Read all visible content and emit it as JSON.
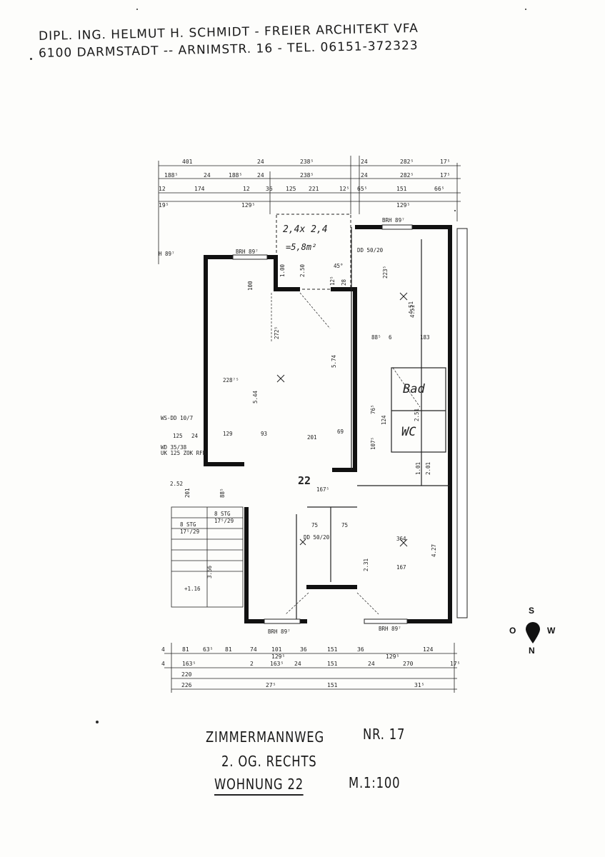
{
  "header": {
    "line1": "DIPL. ING. HELMUT H. SCHMIDT - FREIER ARCHITEKT VFA",
    "line2": "6100 DARMSTADT -- ARNIMSTR. 16 - TEL. 06151-372323"
  },
  "plan": {
    "unit_number": "22",
    "skylight_note": "2,4x 2,4",
    "skylight_area": "=5,8m²",
    "dims_top_row1": [
      "401",
      "24",
      "238⁵",
      "24",
      "282⁵",
      "17⁵"
    ],
    "dims_top_row2": [
      "188⁵",
      "24",
      "188⁵",
      "24",
      "238⁵",
      "24",
      "282⁵",
      "17⁵"
    ],
    "dims_top_row3": [
      "12",
      "174",
      "12",
      "36",
      "125",
      "221",
      "12⁵",
      "65⁵",
      "151",
      "66⁵"
    ],
    "dims_top_row4": [
      "19⁵",
      "129⁵",
      "129⁵"
    ],
    "dims_bottom_row1": [
      "4",
      "81",
      "63⁵",
      "81",
      "74",
      "101",
      "36",
      "151",
      "36",
      "124"
    ],
    "dims_bottom_row2": [
      "4",
      "163⁵",
      "2",
      "163⁵",
      "24",
      "151",
      "24",
      "270",
      "17⁵"
    ],
    "dims_bottom_row3": [
      "220",
      "129⁵",
      "129⁵"
    ],
    "dims_bottom_row4": [
      "226",
      "27⁵",
      "151",
      "31⁵"
    ],
    "inner_labels": [
      "BRH 89⁷",
      "BRH 89⁷",
      "H 89⁷",
      "1.00",
      "2.50",
      "100",
      "272⁵",
      "5.44",
      "5.74",
      "228⁷⁵",
      "45°",
      "223⁵",
      "4.51",
      "183",
      "88⁵",
      "6",
      "WS-DD 10/7",
      "WD 35/38",
      "UK 125 ZOK RFB",
      "125",
      "24",
      "129",
      "93",
      "201",
      "69",
      "167⁵",
      "2.52",
      "201",
      "88⁵",
      "8 STG",
      "17⁵/29",
      "8 STG",
      "17⁵/29",
      "+1.16",
      "3.56",
      "75",
      "75",
      "2.31",
      "364",
      "167",
      "4.27",
      "BRH 89⁷",
      "BRH 89⁷",
      "DD 50/20",
      "DD 50/20",
      "1.01",
      "2.01",
      "76⁵",
      "107⁵",
      "2.51",
      "124",
      "4.51",
      "12⁵",
      "28"
    ],
    "room_label_bad": "Bad",
    "room_label_wc": "WC"
  },
  "compass": {
    "top": "S",
    "left": "O",
    "right": "W",
    "bottom": "N"
  },
  "titleblock": {
    "street": "ZIMMERMANNWEG",
    "number": "NR. 17",
    "floor": "2. OG. RECHTS",
    "unit": "WOHNUNG 22",
    "scale": "M.1:100"
  }
}
